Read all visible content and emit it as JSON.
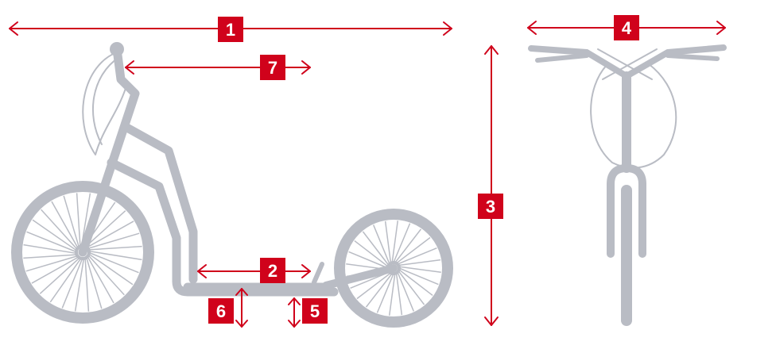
{
  "colors": {
    "accent": "#d0021b",
    "frame": "#b9bcc4",
    "background": "#ffffff"
  },
  "labels": {
    "overall_length": "1",
    "footboard_length": "2",
    "overall_height": "3",
    "handlebar_width": "4",
    "ground_clearance": "5",
    "footboard_height": "6",
    "reach": "7"
  }
}
